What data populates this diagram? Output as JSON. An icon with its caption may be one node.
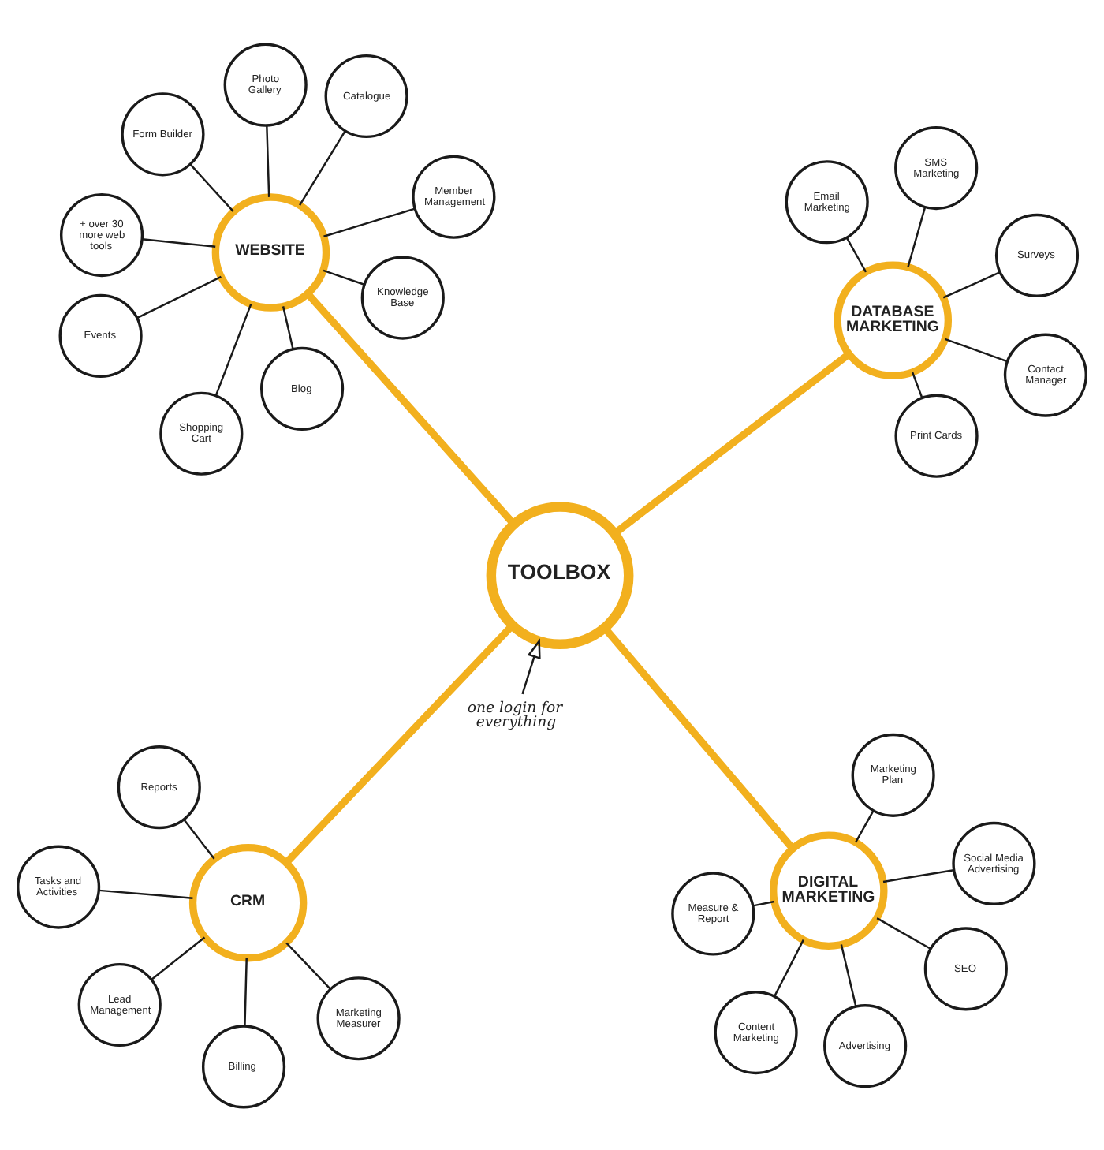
{
  "diagram": {
    "nodes": [
      {
        "text": [
          "TOOLBOX"
        ]
      },
      {
        "text": [
          "WEBSITE"
        ]
      },
      {
        "text": [
          "Catalogue"
        ]
      },
      {
        "text": [
          "Events"
        ]
      },
      {
        "text": [
          "Photo Gallery"
        ]
      },
      {
        "text": [
          "Knowledge Base"
        ]
      },
      {
        "text": [
          "Blog"
        ]
      },
      {
        "text": [
          "Form Builder"
        ]
      },
      {
        "text": [
          "Member Management"
        ]
      },
      {
        "text": [
          "Shopping Cart"
        ]
      },
      {
        "text": [
          "+ over 30 more web tools"
        ]
      },
      {
        "text": [
          "one login for everything"
        ]
      },
      {
        "text": [
          "DATABASE MARKETING"
        ]
      },
      {
        "text": [
          "Contact Manager"
        ]
      },
      {
        "text": [
          "Surveys"
        ]
      },
      {
        "text": [
          "Print Cards"
        ]
      },
      {
        "text": [
          "SMS Marketing"
        ]
      },
      {
        "text": [
          "Email Marketing"
        ]
      },
      {
        "text": [
          "CRM"
        ]
      },
      {
        "text": [
          "Marketing Measurer"
        ]
      },
      {
        "text": [
          "Tasks and Activities"
        ]
      },
      {
        "text": [
          "Billing"
        ]
      },
      {
        "text": [
          "Lead Management"
        ]
      },
      {
        "text": [
          "Reports"
        ]
      },
      {
        "text": [
          "DIGITAL MARKETING"
        ]
      },
      {
        "text": [
          "Content Marketing"
        ]
      },
      {
        "text": [
          "Social Media Advertising"
        ]
      },
      {
        "text": [
          "Advertising"
        ]
      },
      {
        "text": [
          "Marketing Plan"
        ]
      },
      {
        "text": [
          "Measure & Report"
        ]
      },
      {
        "text": [
          "SEO"
        ]
      }
    ],
    "edges": [
      {
        "from": 0,
        "to": 1,
        "arrow": "none",
        "style": "thick",
        "color": "#f2b01e"
      },
      {
        "from": 0,
        "to": 12,
        "arrow": "none",
        "style": "thick",
        "color": "#f2b01e"
      },
      {
        "from": 0,
        "to": 18,
        "arrow": "none",
        "style": "thick",
        "color": "#f2b01e"
      },
      {
        "from": 0,
        "to": 24,
        "arrow": "none",
        "style": "thick",
        "color": "#f2b01e"
      },
      {
        "from": 1,
        "to": 2,
        "arrow": "none"
      },
      {
        "from": 1,
        "to": 3,
        "arrow": "none"
      },
      {
        "from": 1,
        "to": 4,
        "arrow": "none"
      },
      {
        "from": 1,
        "to": 5,
        "arrow": "none"
      },
      {
        "from": 1,
        "to": 6,
        "arrow": "none"
      },
      {
        "from": 1,
        "to": 7,
        "arrow": "none"
      },
      {
        "from": 1,
        "to": 8,
        "arrow": "none"
      },
      {
        "from": 1,
        "to": 9,
        "arrow": "none"
      },
      {
        "from": 1,
        "to": 10,
        "arrow": "none"
      },
      {
        "from": 11,
        "to": 0,
        "arrow": "to"
      },
      {
        "from": 12,
        "to": 13,
        "arrow": "none"
      },
      {
        "from": 12,
        "to": 14,
        "arrow": "none"
      },
      {
        "from": 12,
        "to": 15,
        "arrow": "none"
      },
      {
        "from": 12,
        "to": 16,
        "arrow": "none"
      },
      {
        "from": 12,
        "to": 17,
        "arrow": "none"
      },
      {
        "from": 18,
        "to": 19,
        "arrow": "none"
      },
      {
        "from": 18,
        "to": 20,
        "arrow": "none"
      },
      {
        "from": 18,
        "to": 21,
        "arrow": "none"
      },
      {
        "from": 18,
        "to": 22,
        "arrow": "none"
      },
      {
        "from": 18,
        "to": 23,
        "arrow": "none"
      },
      {
        "from": 24,
        "to": 25,
        "arrow": "none"
      },
      {
        "from": 24,
        "to": 26,
        "arrow": "none"
      },
      {
        "from": 24,
        "to": 27,
        "arrow": "none"
      },
      {
        "from": 24,
        "to": 28,
        "arrow": "none"
      },
      {
        "from": 24,
        "to": 29,
        "arrow": "none"
      },
      {
        "from": 24,
        "to": 30,
        "arrow": "none"
      }
    ]
  }
}
